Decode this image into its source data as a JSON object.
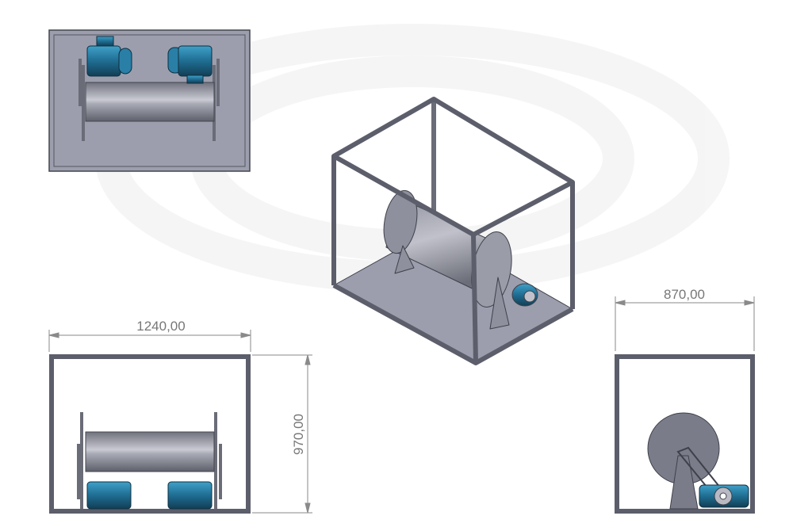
{
  "drawing": {
    "dimensions": {
      "width_label": "1240,00",
      "height_label": "970,00",
      "depth_label": "870,00"
    },
    "views": [
      "top-view",
      "isometric-view",
      "front-view",
      "side-view"
    ],
    "colors": {
      "frame": "#5c5e6b",
      "plate": "#9c9eae",
      "motor": "#2a7fa6",
      "dimension": "#8a8a8a"
    }
  }
}
